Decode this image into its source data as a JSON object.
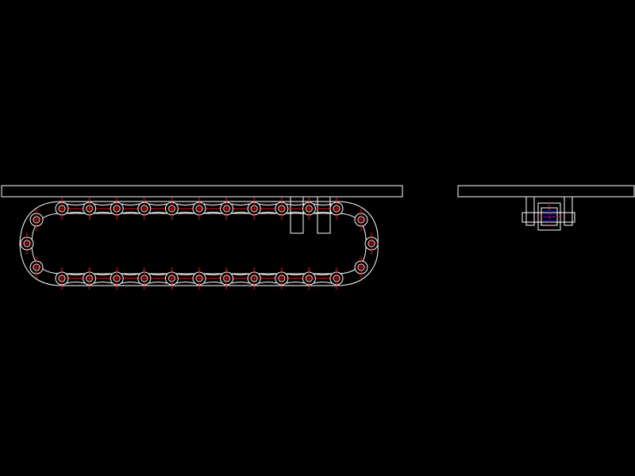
{
  "canvas": {
    "background": "#000000"
  },
  "colors": {
    "outline": "#ffffff",
    "centerline": "#ff0000",
    "pin": "#0000ff"
  },
  "views": [
    {
      "name": "front-view",
      "parts": [
        "guide-rail",
        "roller-chain-loop",
        "attachment-brackets"
      ]
    },
    {
      "name": "side-view",
      "parts": [
        "guide-rail",
        "chain-link-section"
      ]
    }
  ],
  "chain": {
    "top_roller_count": 11,
    "bottom_roller_count": 11,
    "end_roller_count_each_side": 3
  }
}
